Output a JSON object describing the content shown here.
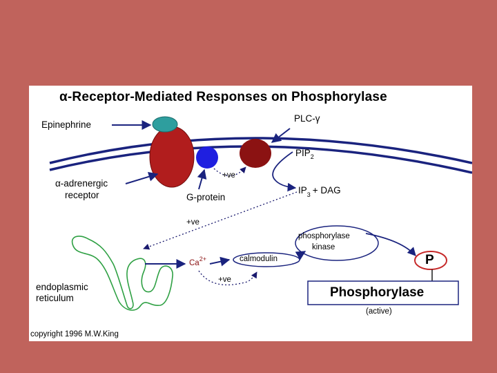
{
  "title": "α-Receptor-Mediated Responses on Phosphorylase",
  "labels": {
    "epinephrine": "Epinephrine",
    "plc": "PLC-γ",
    "pip": "PIP",
    "pip_sub": "2",
    "ip": "IP",
    "ip_sub": "3",
    "dag": "+ DAG",
    "receptor_line1": "α-adrenergic",
    "receptor_line2": "receptor",
    "gprotein": "G-protein",
    "plus_ve_1": "+ve",
    "plus_ve_2": "+ve",
    "plus_ve_3": "+ve",
    "kinase_line1": "phosphorylase",
    "kinase_line2": "kinase",
    "calmodulin": "calmodulin",
    "ca": "Ca",
    "ca_sup": "2+",
    "er_line1": "endoplasmic",
    "er_line2": "reticulum",
    "p": "P",
    "phosphorylase": "Phosphorylase",
    "active": "(active)",
    "copyright": "copyright 1996 M.W.King"
  },
  "colors": {
    "background": "#c0635c",
    "panel": "#ffffff",
    "membrane": "#1a237e",
    "receptor": "#b11d1d",
    "plc": "#8b1212",
    "gprotein": "#1f1fe0",
    "epinephrine_ligand": "#2e9e9e",
    "er": "#2ea043",
    "p_circle": "#c62828"
  }
}
